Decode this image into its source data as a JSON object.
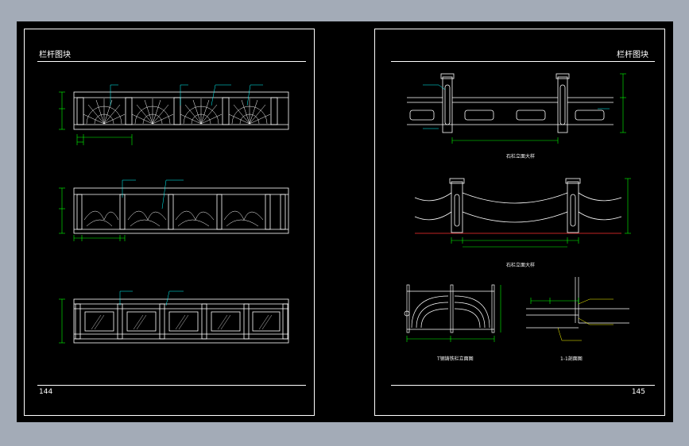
{
  "left_sheet": {
    "title": "栏杆图块",
    "page_number": "144"
  },
  "right_sheet": {
    "title": "栏杆图块",
    "page_number": "145",
    "captions": {
      "railing_1": "石栏立面大样",
      "railing_2": "石栏立面大样",
      "railing_3": "T钢铸铁栏立面图",
      "section": "1-1剖面图"
    }
  },
  "colors": {
    "background": "#000000",
    "frame": "#a3abb7",
    "line": "#ffffff",
    "dimension": "#00ff00",
    "annotation": "#ffff00",
    "leader": "#00ffff",
    "ground": "#ff3030"
  }
}
